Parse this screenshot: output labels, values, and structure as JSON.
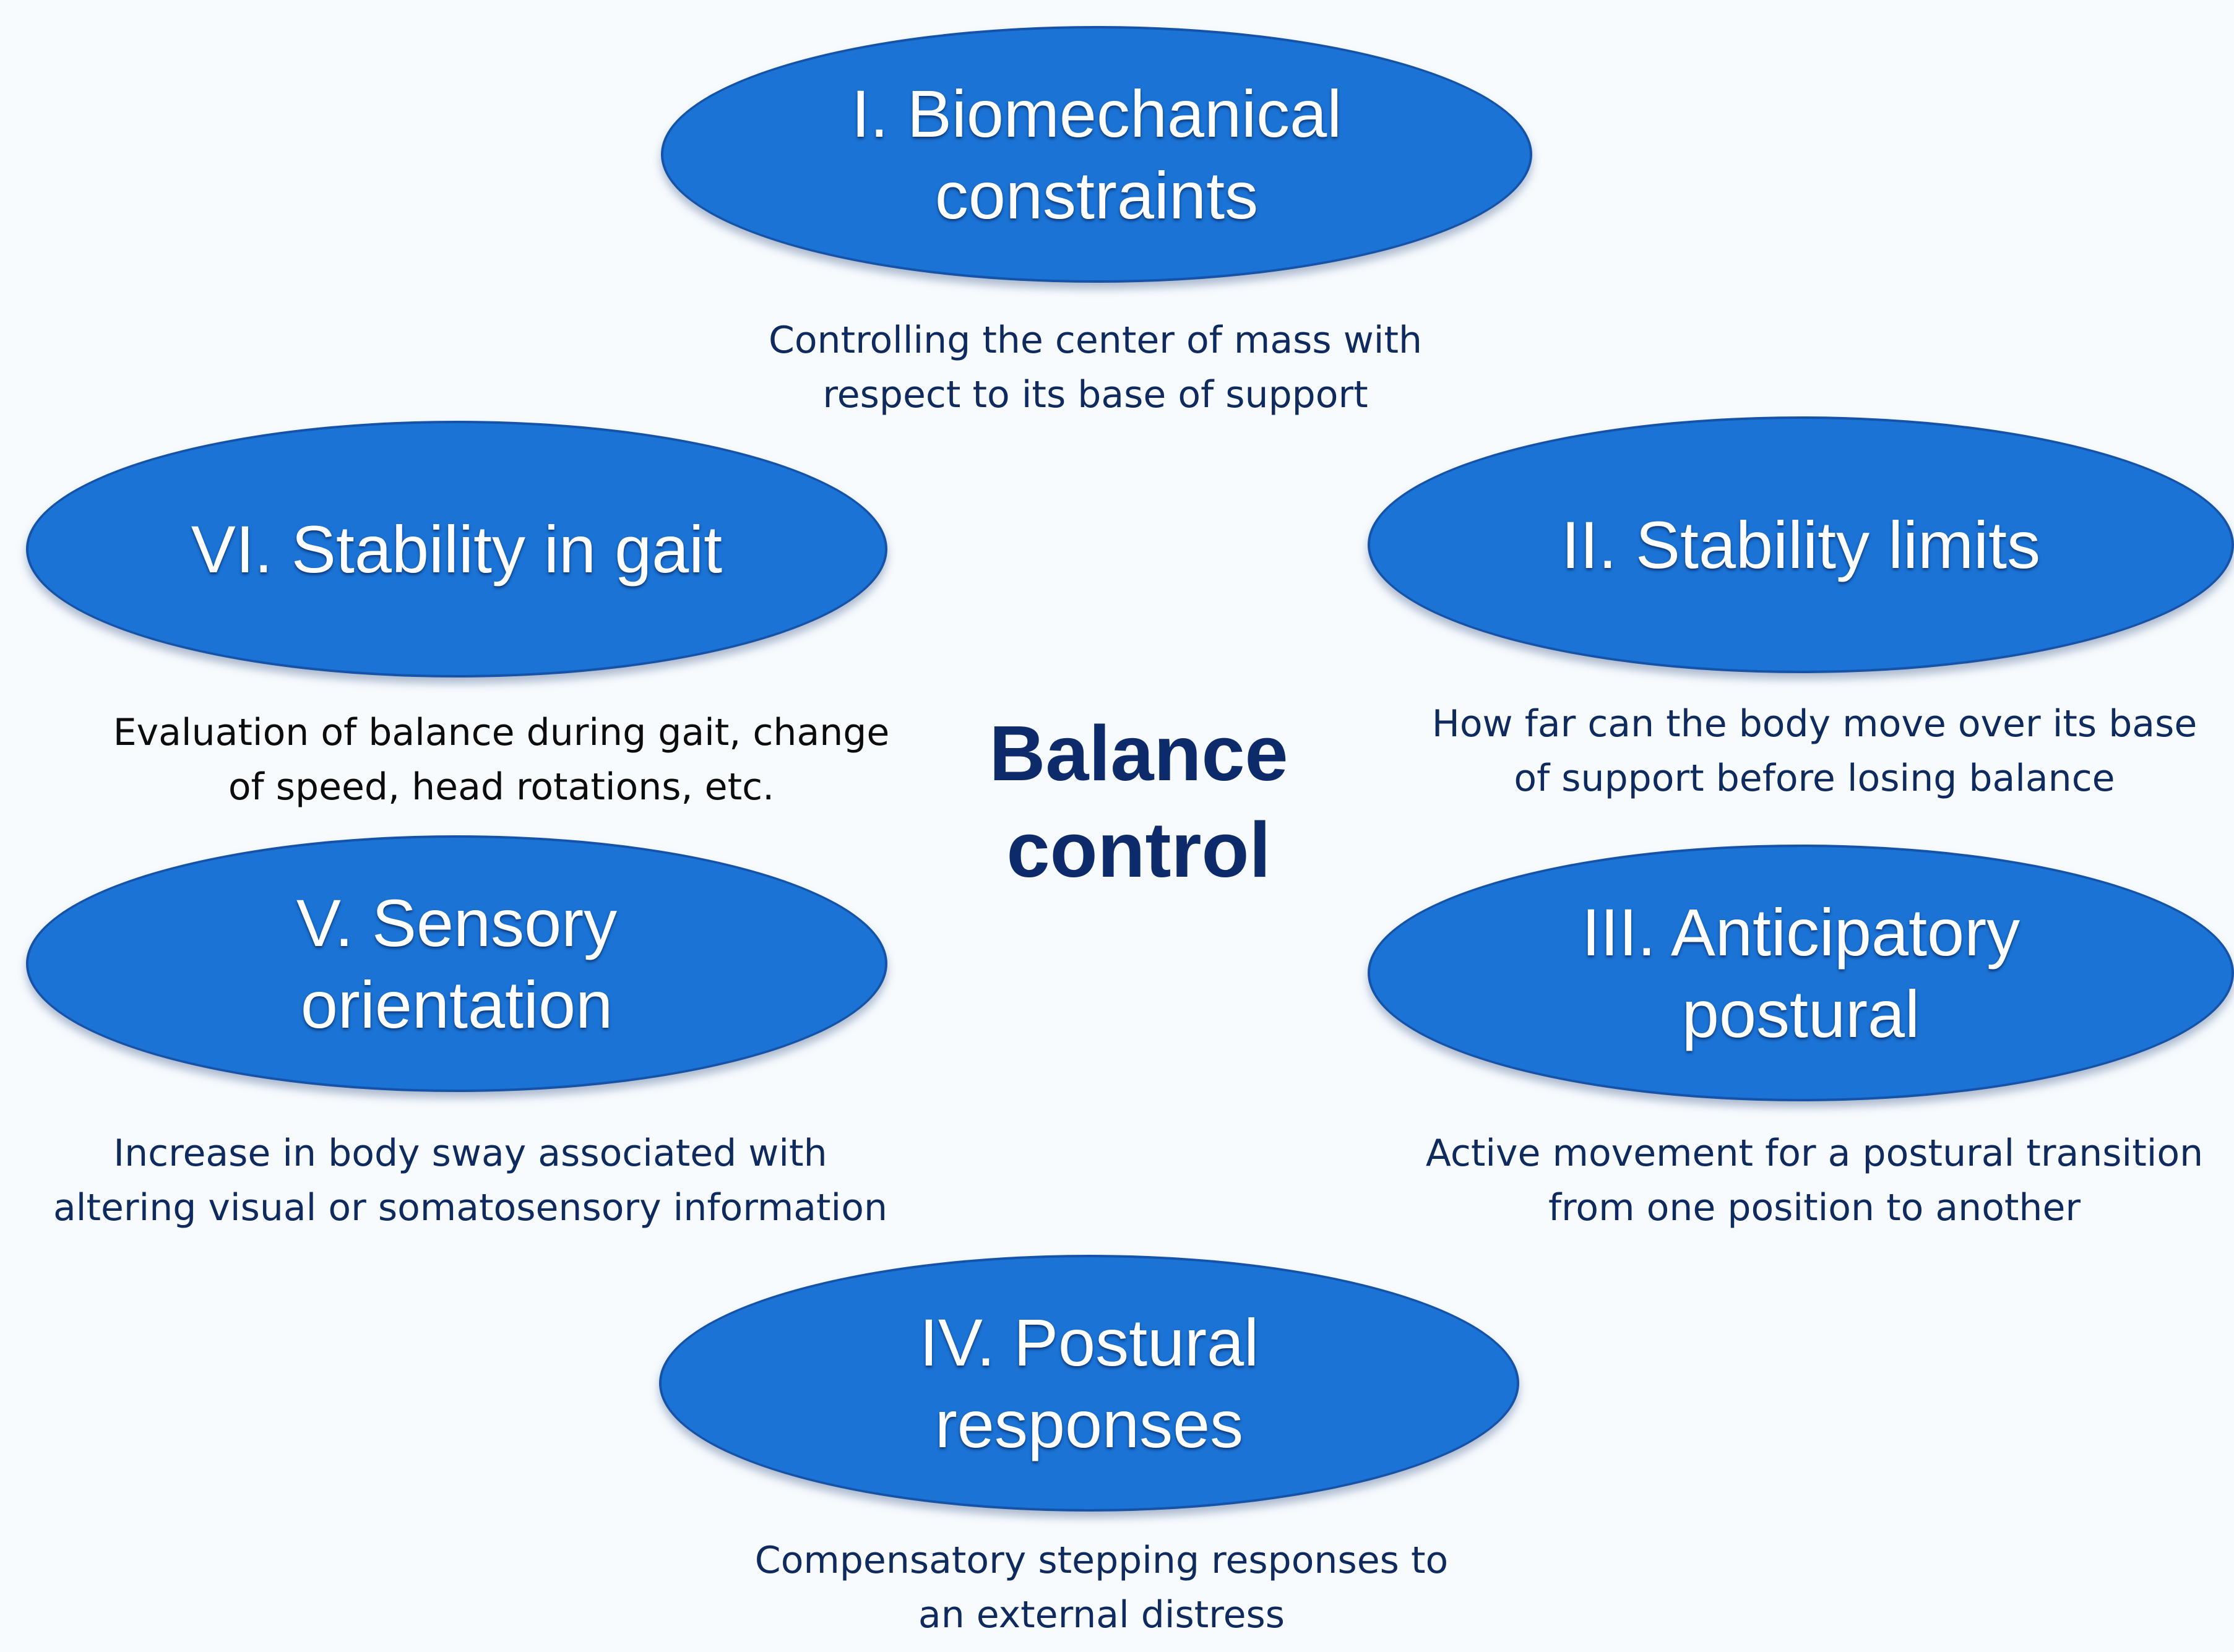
{
  "center": {
    "title": "Balance\ncontrol"
  },
  "components": [
    {
      "id": "biomechanical",
      "label": "I. Biomechanical\nconstraints",
      "description": "Controlling the center of mass with\nrespect to its base of support"
    },
    {
      "id": "stability-limits",
      "label": "II. Stability limits",
      "description": "How far can the body move over its base\nof support before losing balance"
    },
    {
      "id": "anticipatory",
      "label": "III. Anticipatory\npostural",
      "description": "Active movement for a postural transition\nfrom one position to another"
    },
    {
      "id": "postural-responses",
      "label": "IV. Postural\nresponses",
      "description": "Compensatory stepping responses to\nan external distress"
    },
    {
      "id": "sensory-orientation",
      "label": "V. Sensory\norientation",
      "description": "Increase in body sway associated with\naltering visual or somatosensory information"
    },
    {
      "id": "stability-gait",
      "label": "VI. Stability in gait",
      "description": "Evaluation of balance during gait, change\nof speed, head rotations, etc."
    }
  ],
  "colors": {
    "ellipse_fill": "#1a73d5",
    "ellipse_border": "#1553a8",
    "center_text": "#0d2a6b",
    "description_text": "#0f2a5e"
  }
}
